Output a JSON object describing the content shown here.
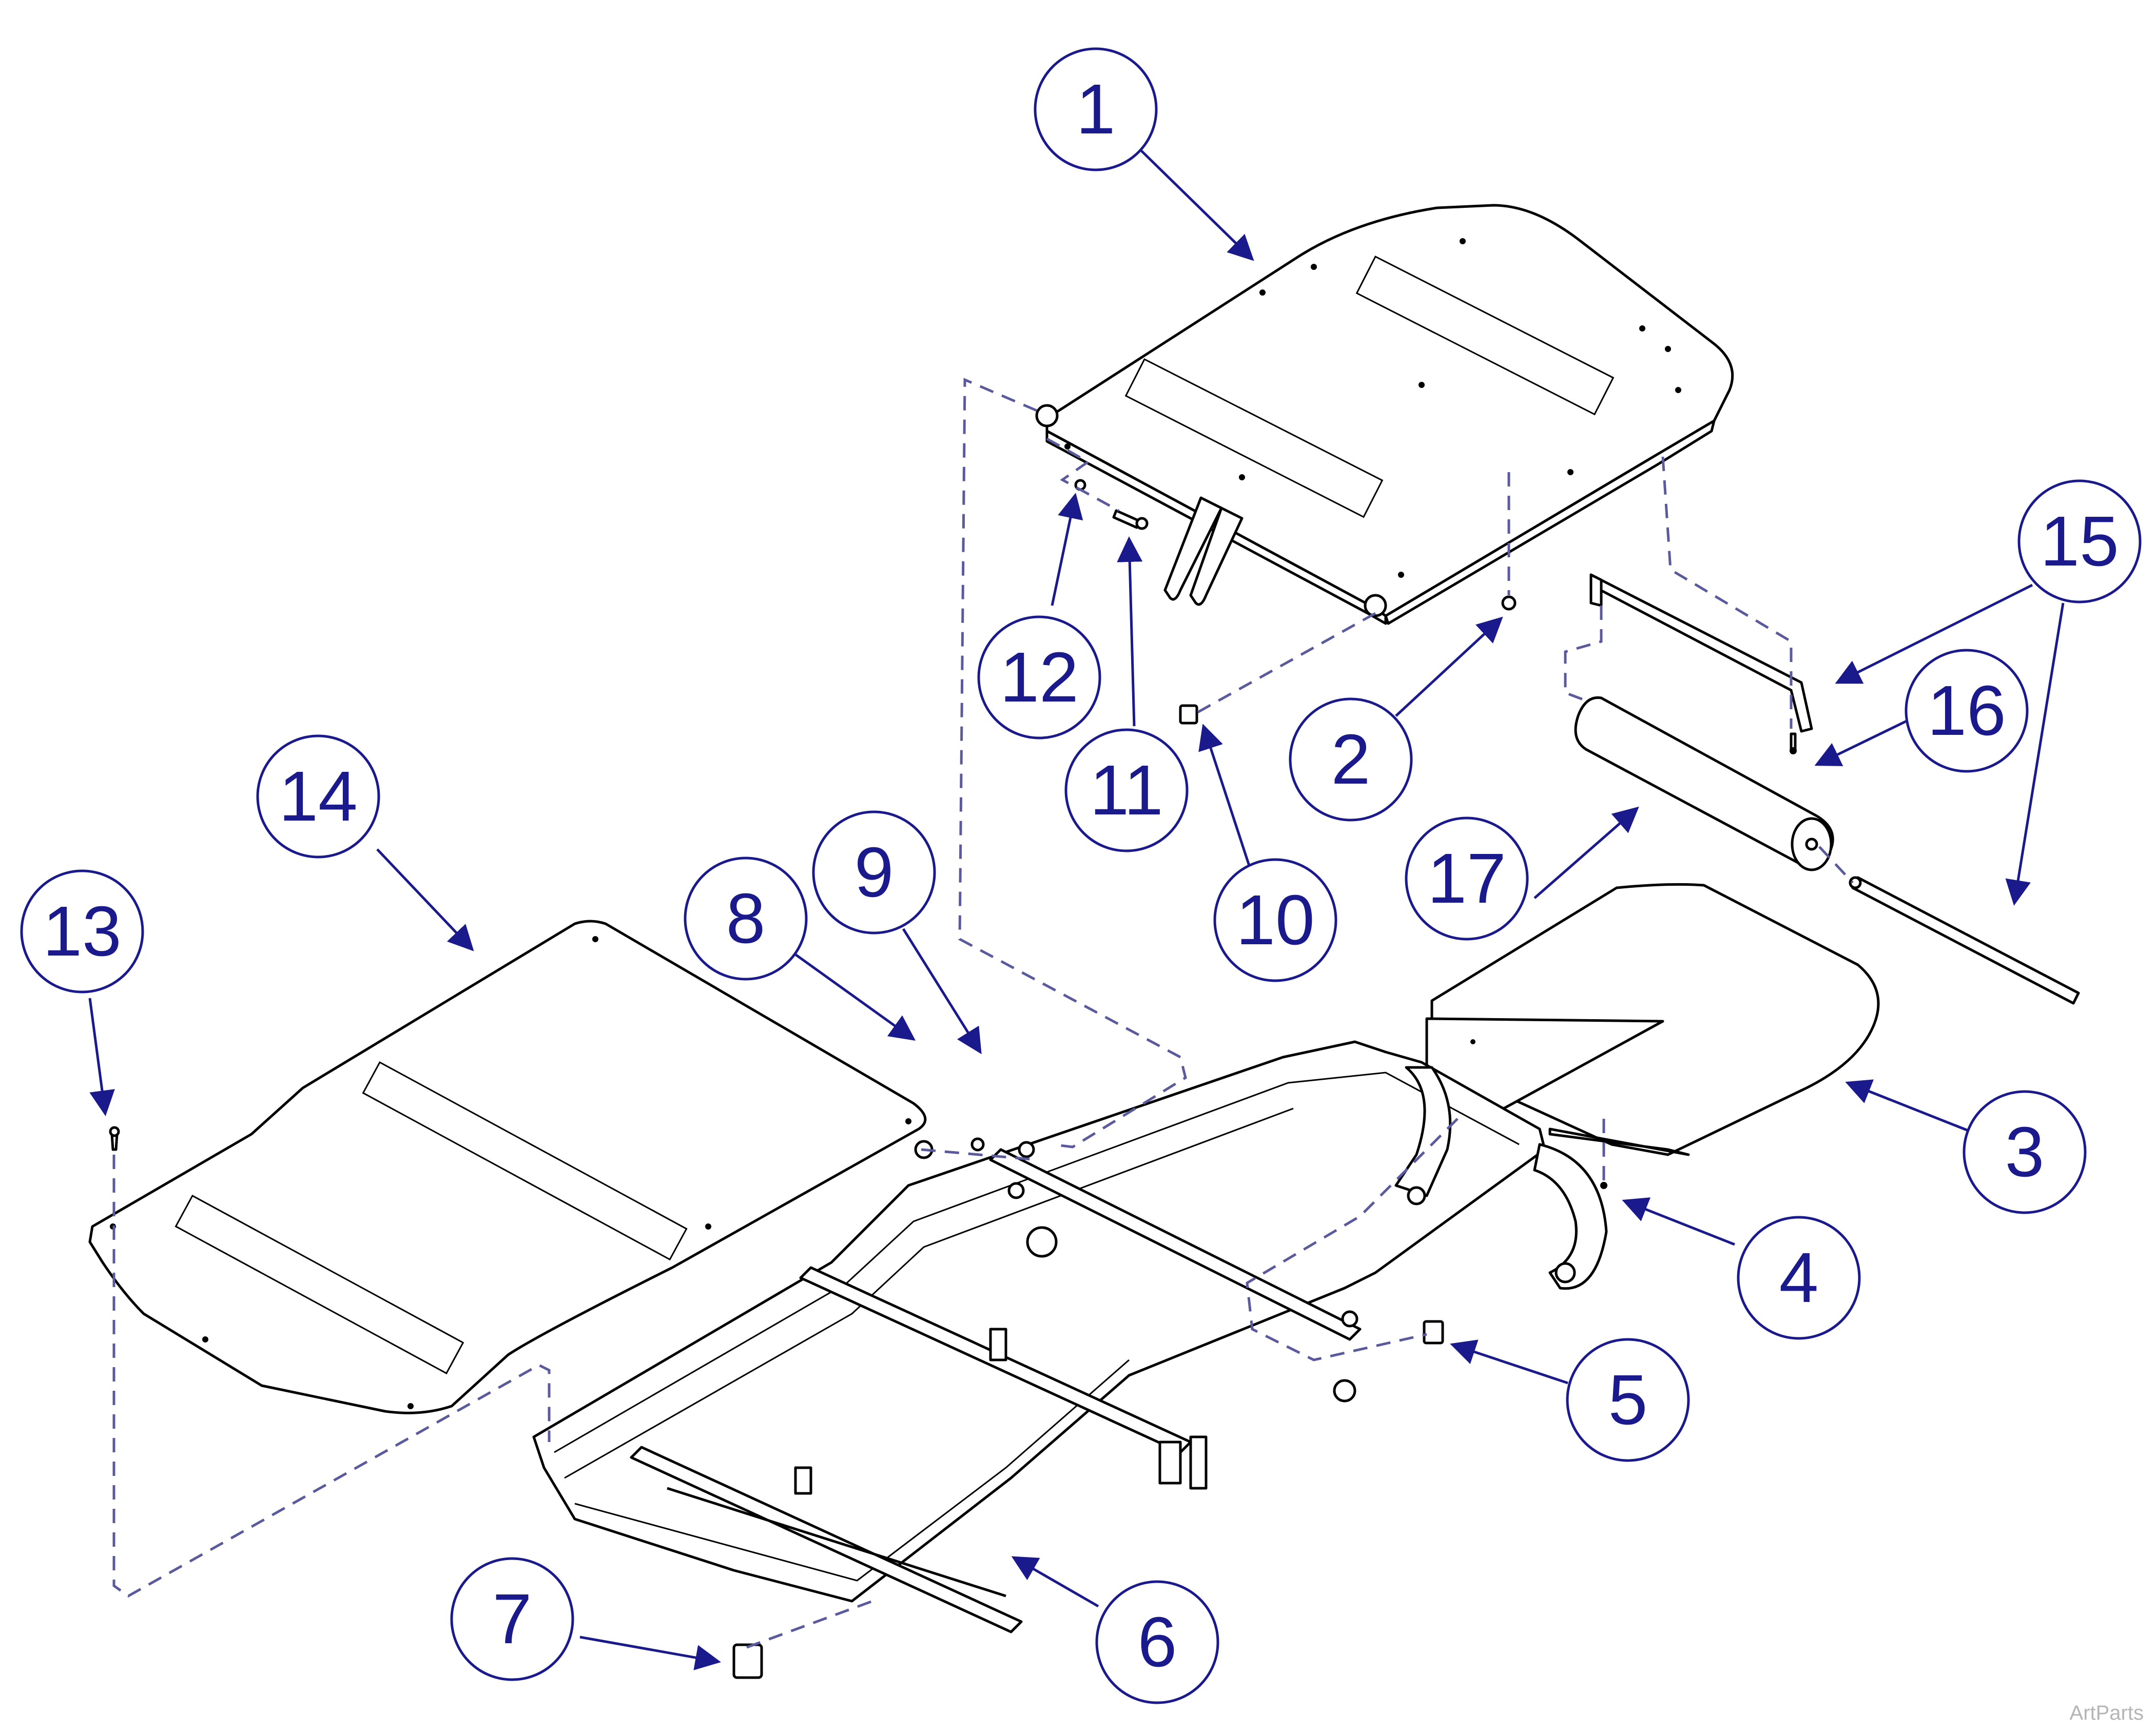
{
  "callouts": [
    {
      "label": "1"
    },
    {
      "label": "2"
    },
    {
      "label": "3"
    },
    {
      "label": "4"
    },
    {
      "label": "5"
    },
    {
      "label": "6"
    },
    {
      "label": "7"
    },
    {
      "label": "8"
    },
    {
      "label": "9"
    },
    {
      "label": "10"
    },
    {
      "label": "11"
    },
    {
      "label": "12"
    },
    {
      "label": "13"
    },
    {
      "label": "14"
    },
    {
      "label": "15"
    },
    {
      "label": "16"
    },
    {
      "label": "17"
    }
  ],
  "watermark": "ArtParts",
  "colors": {
    "callout": "#1a1a8c",
    "dashed_line": "#5a5a9c",
    "part_outline": "#000000"
  }
}
